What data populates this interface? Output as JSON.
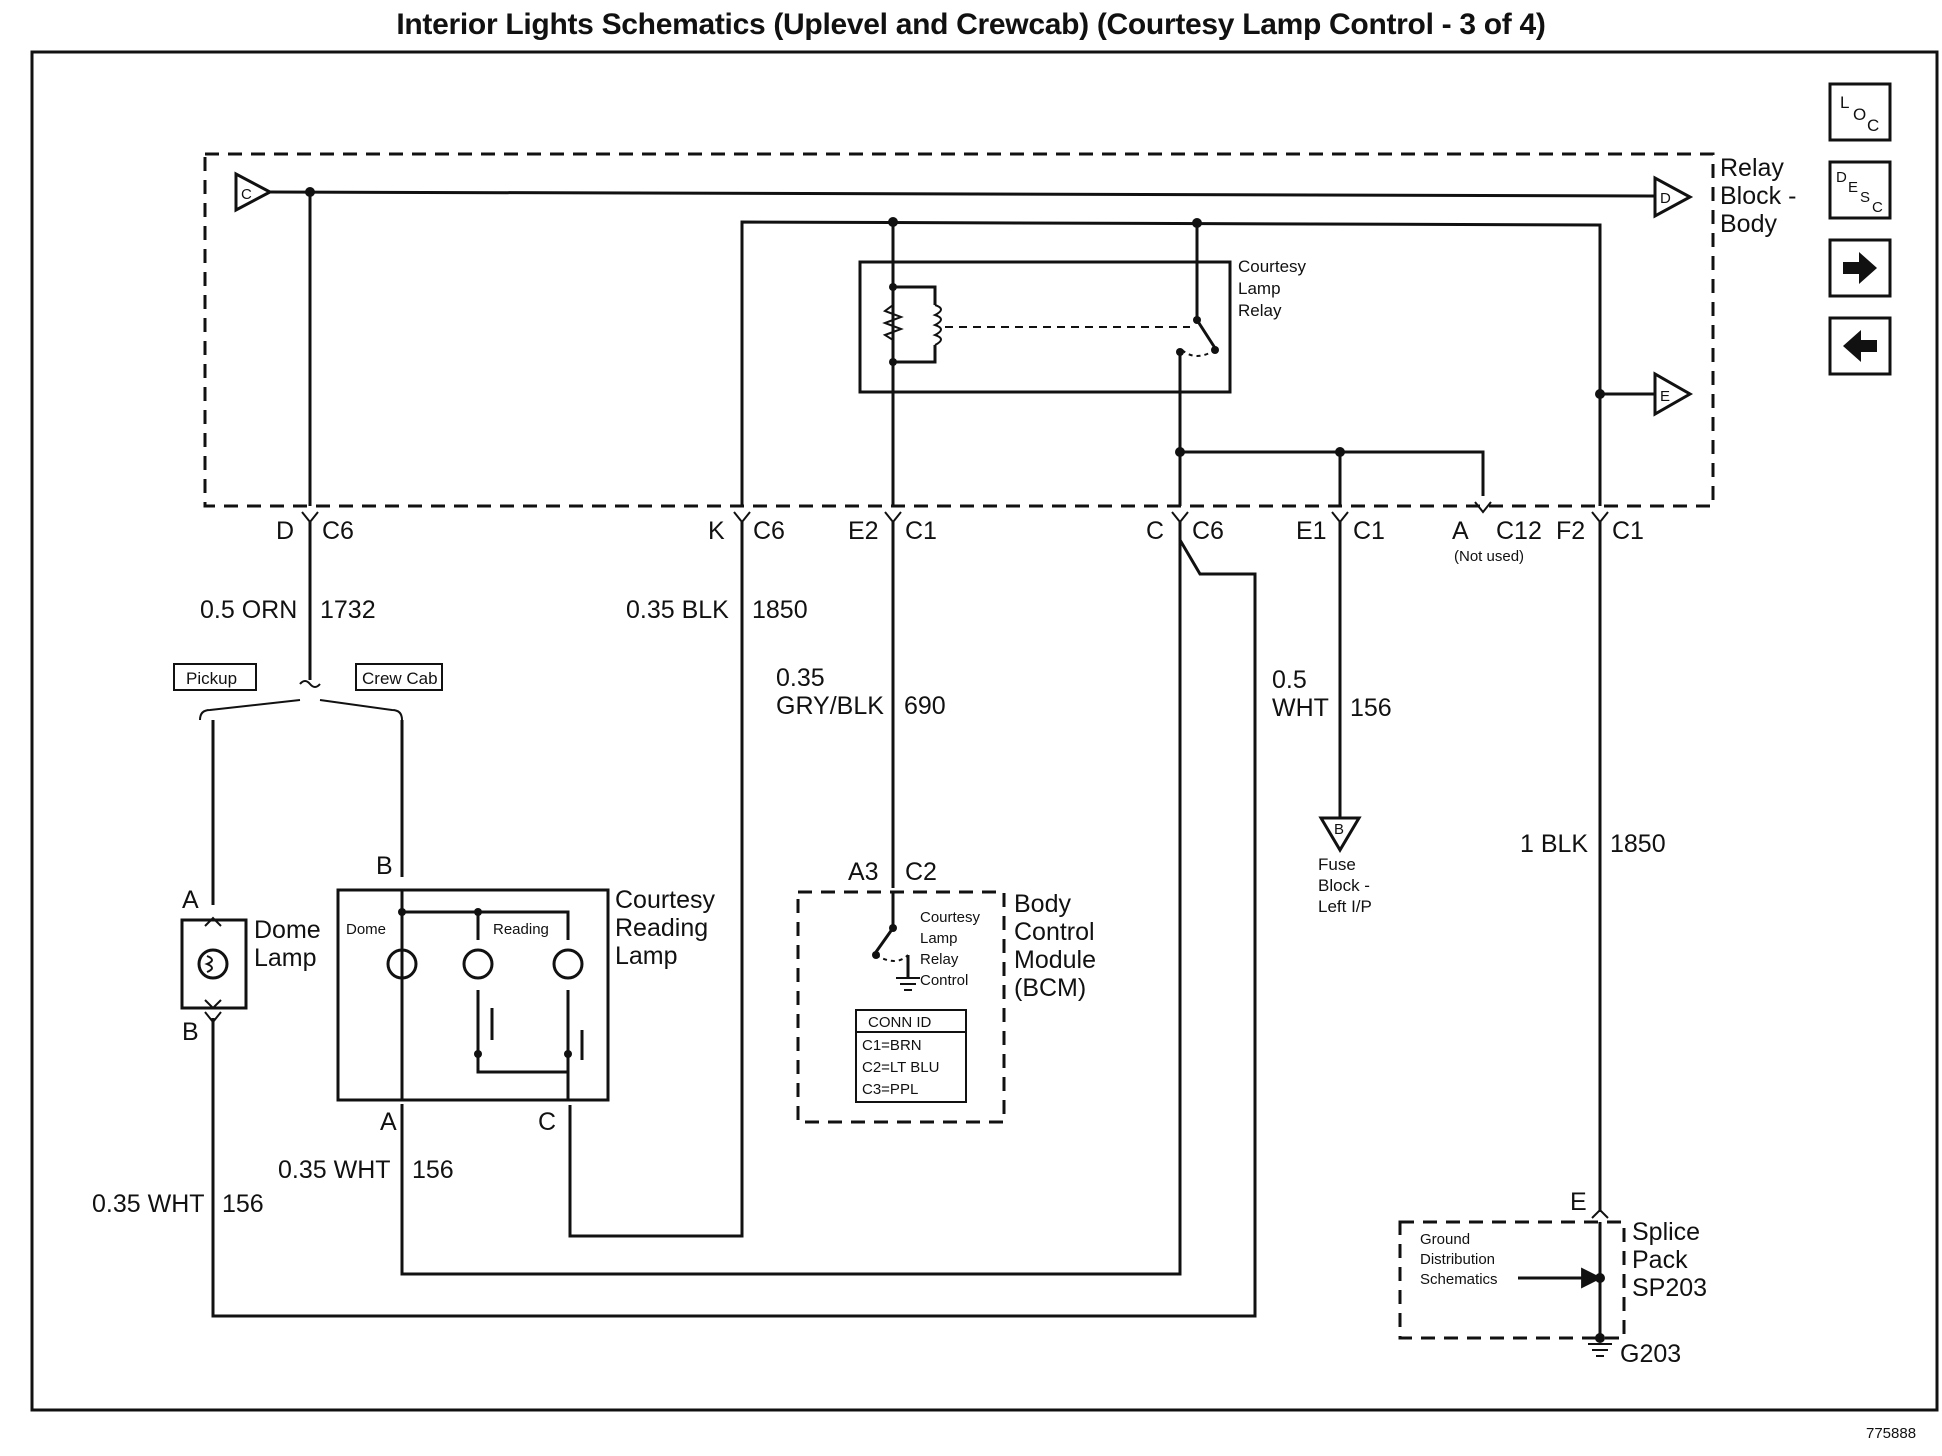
{
  "title": "Interior Lights Schematics (Uplevel and Crewcab) (Courtesy Lamp Control - 3 of 4)",
  "nav": {
    "loc": "LOC",
    "desc": "DESC"
  },
  "relay_block": {
    "name_line1": "Relay",
    "name_line2": "Block -",
    "name_line3": "Body"
  },
  "courtesy_relay": {
    "line1": "Courtesy",
    "line2": "Lamp",
    "line3": "Relay"
  },
  "flags": {
    "c_in": "C",
    "d_out": "D",
    "e_out": "E",
    "b_fuse": "B"
  },
  "connectors": {
    "d_c6": {
      "pin": "D",
      "conn": "C6"
    },
    "k_c6": {
      "pin": "K",
      "conn": "C6"
    },
    "e2_c1": {
      "pin": "E2",
      "conn": "C1"
    },
    "c_c6": {
      "pin": "C",
      "conn": "C6"
    },
    "e1_c1": {
      "pin": "E1",
      "conn": "C1"
    },
    "a_c12": {
      "pin": "A",
      "conn": "C12",
      "note": "(Not used)"
    },
    "f2_c1": {
      "pin": "F2",
      "conn": "C1"
    },
    "a3_c2": {
      "pin": "A3",
      "conn": "C2"
    }
  },
  "wires": {
    "orn_1732": {
      "gauge_color": "0.5 ORN",
      "circuit": "1732"
    },
    "blk_1850_035": {
      "gauge_color": "0.35 BLK",
      "circuit": "1850"
    },
    "gry_blk_690": {
      "gauge": "0.35",
      "color": "GRY/BLK",
      "circuit": "690"
    },
    "wht_156_05": {
      "gauge": "0.5",
      "color": "WHT",
      "circuit": "156"
    },
    "blk_1850_1": {
      "gauge_color": "1 BLK",
      "circuit": "1850"
    },
    "wht_156_reading": {
      "gauge_color": "0.35 WHT",
      "circuit": "156"
    },
    "wht_156_dome": {
      "gauge_color": "0.35 WHT",
      "circuit": "156"
    }
  },
  "options": {
    "pickup": "Pickup",
    "crew_cab": "Crew Cab"
  },
  "fuse_block": {
    "line1": "Fuse",
    "line2": "Block -",
    "line3": "Left I/P"
  },
  "dome_lamp": {
    "line1": "Dome",
    "line2": "Lamp",
    "pin_a": "A",
    "pin_b": "B"
  },
  "reading_lamp": {
    "line1": "Courtesy",
    "line2": "Reading",
    "line3": "Lamp",
    "dome": "Dome",
    "reading": "Reading",
    "pin_b": "B",
    "pin_a": "A",
    "pin_c": "C"
  },
  "bcm": {
    "line1": "Body",
    "line2": "Control",
    "line3": "Module",
    "line4": "(BCM)",
    "ctl1": "Courtesy",
    "ctl2": "Lamp",
    "ctl3": "Relay",
    "ctl4": "Control",
    "conn_id_title": "CONN ID",
    "conn_ids": [
      "C1=BRN",
      "C2=LT BLU",
      "C3=PPL"
    ]
  },
  "splice": {
    "pin": "E",
    "line1": "Splice",
    "line2": "Pack",
    "line3": "SP203",
    "gd1": "Ground",
    "gd2": "Distribution",
    "gd3": "Schematics",
    "ground": "G203"
  },
  "figure_id": "775888"
}
